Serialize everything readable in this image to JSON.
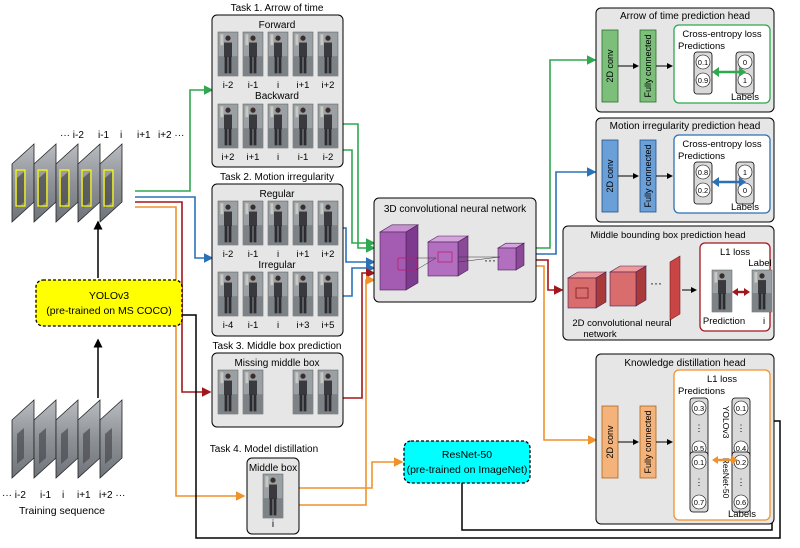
{
  "colors": {
    "green": "#2fa84f",
    "blue": "#2a72b5",
    "red": "#a3161c",
    "orange": "#f0922b",
    "purple": "#9b4fa8",
    "yolo": "#ffff00",
    "resnet": "#00ffff",
    "panel": "#e6e6e6"
  },
  "sequence_top": {
    "labels": [
      "··· i-2",
      "i-1",
      "i",
      "i+1",
      "i+2 ···"
    ]
  },
  "sequence_bottom": {
    "labels": [
      "··· i-2",
      "i-1",
      "i",
      "i+1",
      "i+2 ···"
    ],
    "caption": "Training sequence"
  },
  "yolo": {
    "line1": "YOLOv3",
    "line2": "(pre-trained on MS COCO)"
  },
  "resnet": {
    "line1": "ResNet-50",
    "line2": "(pre-trained on ImageNet)"
  },
  "task1": {
    "title": "Task 1. Arrow of time",
    "forward": "Forward",
    "forward_labels": [
      "i-2",
      "i-1",
      "i",
      "i+1",
      "i+2"
    ],
    "backward": "Backward",
    "backward_labels": [
      "i+2",
      "i+1",
      "i",
      "i-1",
      "i-2"
    ]
  },
  "task2": {
    "title": "Task 2. Motion irregularity",
    "regular": "Regular",
    "regular_labels": [
      "i-2",
      "i-1",
      "i",
      "i+1",
      "i+2"
    ],
    "irregular": "Irregular",
    "irregular_labels": [
      "i-4",
      "i-1",
      "i",
      "i+3",
      "i+5"
    ]
  },
  "task3": {
    "title": "Task 3. Middle box prediction",
    "subtitle": "Missing middle box"
  },
  "task4": {
    "title": "Task 4. Model distillation",
    "subtitle": "Middle box",
    "label": "i"
  },
  "cnn3d": {
    "title": "3D convolutional neural network",
    "dots": "···"
  },
  "head_arrow": {
    "title": "Arrow of time prediction head",
    "conv": "2D conv",
    "fc": "Fully connected",
    "loss": "Cross-entropy loss",
    "predictions": "Predictions",
    "pred_values": [
      "0.1",
      "0.9"
    ],
    "label_values": [
      "0",
      "1"
    ],
    "labels": "Labels"
  },
  "head_motion": {
    "title": "Motion irregularity prediction head",
    "conv": "2D conv",
    "fc": "Fully connected",
    "loss": "Cross-entropy loss",
    "predictions": "Predictions",
    "pred_values": [
      "0.8",
      "0.2"
    ],
    "label_values": [
      "1",
      "0"
    ],
    "labels": "Labels"
  },
  "head_middle": {
    "title": "Middle bounding box prediction head",
    "cnn_label_1": "2D convolutional neural",
    "cnn_label_2": "network",
    "loss": "L1 loss",
    "label": "Label",
    "prediction": "Prediction",
    "label_index": "i",
    "dots": "···"
  },
  "head_kd": {
    "title": "Knowledge distillation head",
    "conv": "2D conv",
    "fc": "Fully connected",
    "loss": "L1 loss",
    "predictions": "Predictions",
    "pred_top": [
      "0.3",
      "0.5"
    ],
    "label_top": [
      "0.1",
      "0.4"
    ],
    "yolo_label": "YOLOv3",
    "pred_bottom": [
      "0.1",
      "0.7"
    ],
    "label_bottom": [
      "0.2",
      "0.6"
    ],
    "resnet_label": "ResNet-50",
    "labels": "Labels"
  }
}
